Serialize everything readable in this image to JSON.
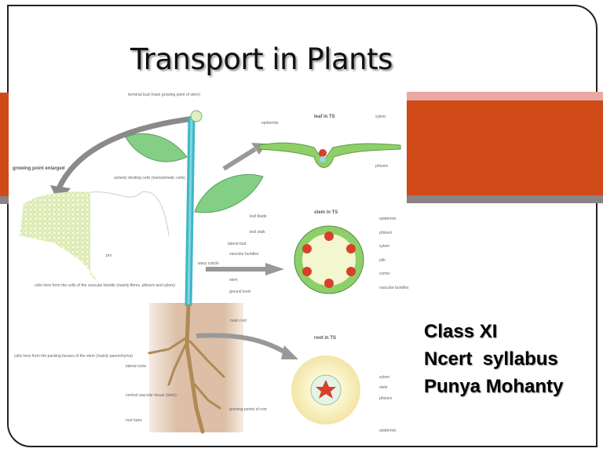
{
  "slide": {
    "title": "Transport in Plants",
    "info_lines": [
      "Class XI",
      "Ncert  syllabus",
      "Punya Mohanty"
    ],
    "colors": {
      "accent": "#d04a17",
      "accent_light": "#e9a9a2",
      "grey_bar": "#8a8284"
    }
  },
  "diagram": {
    "labels": {
      "terminal_bud": "terminal bud (main growing point of stem)",
      "growing_point": "growing point enlarged",
      "dividing_cells": "actively dividing cells (meristematic cells)",
      "pro": "pro",
      "vascular_cells": "cells here form the cells of the vascular bundle (mainly fibres, phloem and xylem)",
      "packing_cells": "cells here form the packing tissues of the stem (mainly parenchyma)",
      "leaf_blade": "leaf blade",
      "leaf_stalk": "leaf stalk",
      "lateral_bud": "lateral bud",
      "vascular_bundles": "vascular bundles",
      "waxy_cuticle": "waxy cuticle",
      "stem": "stem",
      "ground_level": "ground level",
      "main_root": "main root",
      "lateral_roots": "lateral roots",
      "central_vascular": "central vascular tissue (stele)",
      "root_hairs": "root hairs",
      "growing_points_root": "growing points of root",
      "leaf_ts": "leaf in TS",
      "leaf_epidermis": "epidermis",
      "leaf_xylem": "xylem",
      "leaf_phloem": "phloem",
      "stem_ts": "stem in TS",
      "stem_epidermis": "epidermis",
      "stem_phloem": "phloem",
      "stem_xylem": "xylem",
      "stem_pith": "pith",
      "stem_cortex": "cortex",
      "stem_vascular": "vascular bundles",
      "root_ts": "root in TS",
      "root_xylem": "xylem",
      "root_stele": "stele",
      "root_phloem": "phloem",
      "root_epidermis": "epidermis"
    }
  }
}
